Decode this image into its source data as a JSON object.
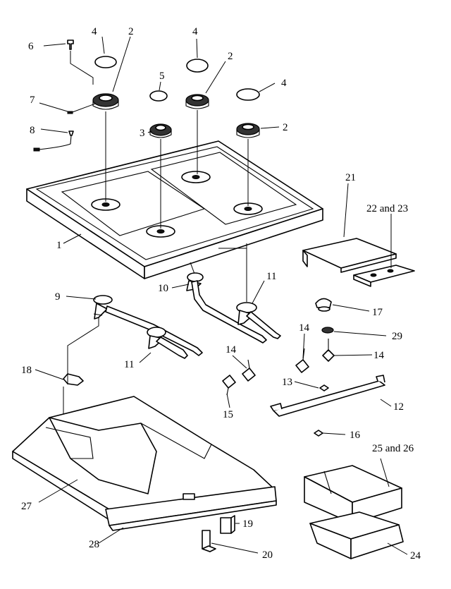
{
  "callouts": {
    "c1": "1",
    "c2a": "2",
    "c2b": "2",
    "c2c": "2",
    "c3": "3",
    "c4a": "4",
    "c4b": "4",
    "c4c": "4",
    "c5": "5",
    "c6": "6",
    "c7": "7",
    "c8": "8",
    "c9": "9",
    "c10": "10",
    "c11a": "11",
    "c11b": "11",
    "c12": "12",
    "c13": "13",
    "c14a": "14",
    "c14b": "14",
    "c14c": "14",
    "c15": "15",
    "c16": "16",
    "c17": "17",
    "c18": "18",
    "c19": "19",
    "c20": "20",
    "c21": "21",
    "c22": "22 and 23",
    "c24": "24",
    "c25": "25 and 26",
    "c27": "27",
    "c28": "28",
    "c29": "29"
  }
}
